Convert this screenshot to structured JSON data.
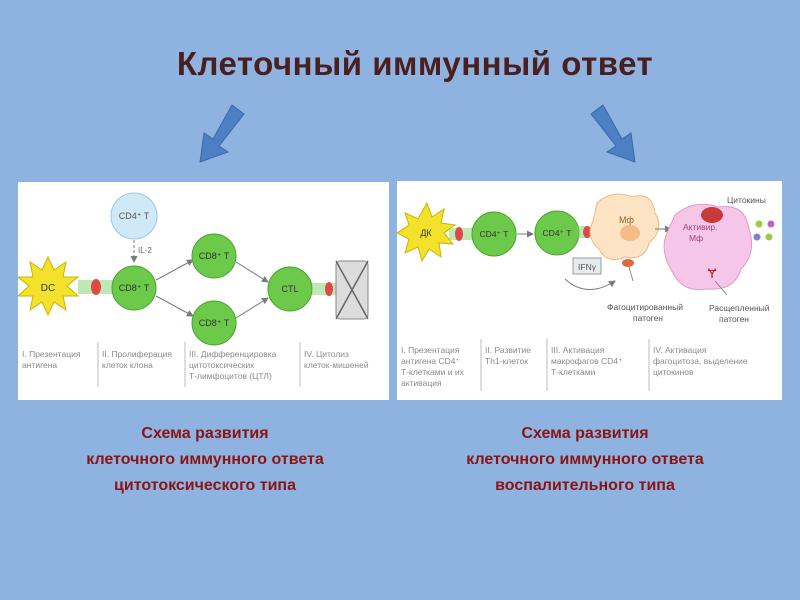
{
  "title": "Клеточный иммунный ответ",
  "colors": {
    "background": "#8fb3e0",
    "title": "#4a1f1f",
    "caption": "#8a1414",
    "arrow": "#4d7fc4",
    "cell_green": "#6cc94a",
    "cell_blue": "#cfe9f7",
    "dc_yellow": "#f3e22b"
  },
  "left_panel": {
    "cells": {
      "dc": "DC",
      "cd4": "CD4⁺ T",
      "cd8": "CD8⁺ T",
      "cd8_top": "CD8⁺ T",
      "cd8_bottom": "CD8⁺ T",
      "ctl": "CTL"
    },
    "il2": "IL-2",
    "stages": [
      [
        "I. Презентация",
        "антигена"
      ],
      [
        "II. Пролиферация",
        "клеток клона"
      ],
      [
        "III. Дифференцировка",
        "цитотоксических",
        "Т-лимфоцитов (ЦТЛ)"
      ],
      [
        "IV. Цитолиз",
        "клеток-мишеней"
      ]
    ]
  },
  "right_panel": {
    "cells": {
      "dk": "ДК",
      "cd4_a": "CD4⁺ T",
      "cd4_b": "CD4⁺ T",
      "mf": "Мф",
      "act_mf": [
        "Активир.",
        "Мф"
      ]
    },
    "ifn": "IFNγ",
    "labels": {
      "cytokines": "Цитокины",
      "phagocytized": [
        "Фагоцитированный",
        "патоген"
      ],
      "split": [
        "Расщепленный",
        "патоген"
      ]
    },
    "stages": [
      [
        "I. Презентация",
        "антигена CD4⁺",
        "Т-клетками и их",
        "активация"
      ],
      [
        "II. Развитие",
        "Th1-клеток"
      ],
      [
        "III. Активация",
        "макрофагов CD4⁺",
        "Т-клетками"
      ],
      [
        "IV. Активация",
        "фагоцитоза, выделение",
        "цитокинов"
      ]
    ]
  },
  "captions": {
    "left": [
      "Схема развития",
      "клеточного иммунного ответа",
      "цитотоксического  типа"
    ],
    "right": [
      "Схема развития",
      "клеточного иммунного ответа",
      "воспалительного типа"
    ]
  }
}
